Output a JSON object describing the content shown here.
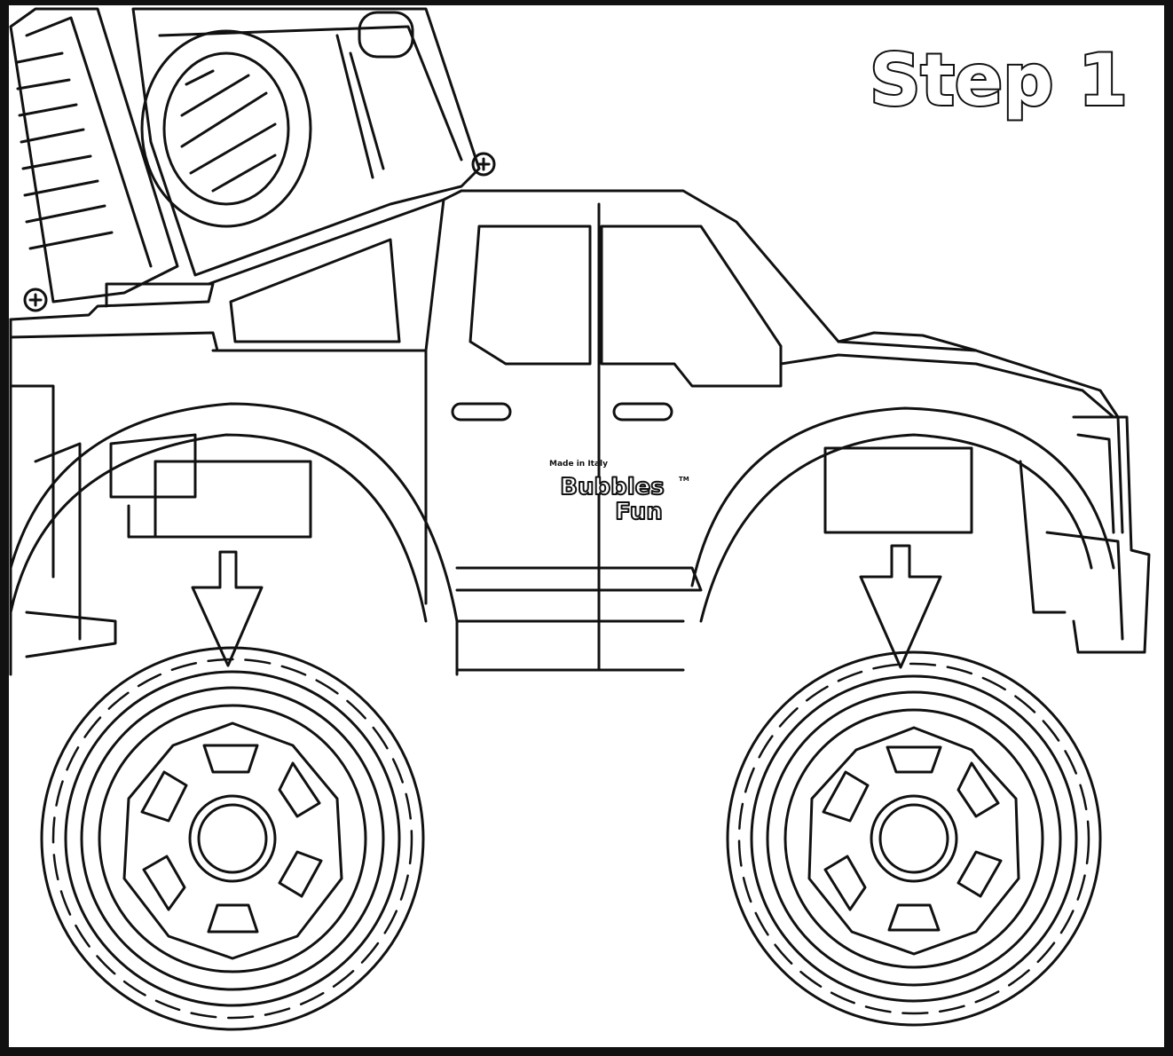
{
  "step_label": "Step 1",
  "logo": {
    "small_text": "Made in Italy",
    "line1": "Bubbles",
    "line2": "Fun",
    "trademark": "TM"
  },
  "colors": {
    "ink": "#111111",
    "paper": "#ffffff"
  },
  "icons": [
    "down-arrow-icon",
    "screw-icon",
    "wheel-icon"
  ]
}
